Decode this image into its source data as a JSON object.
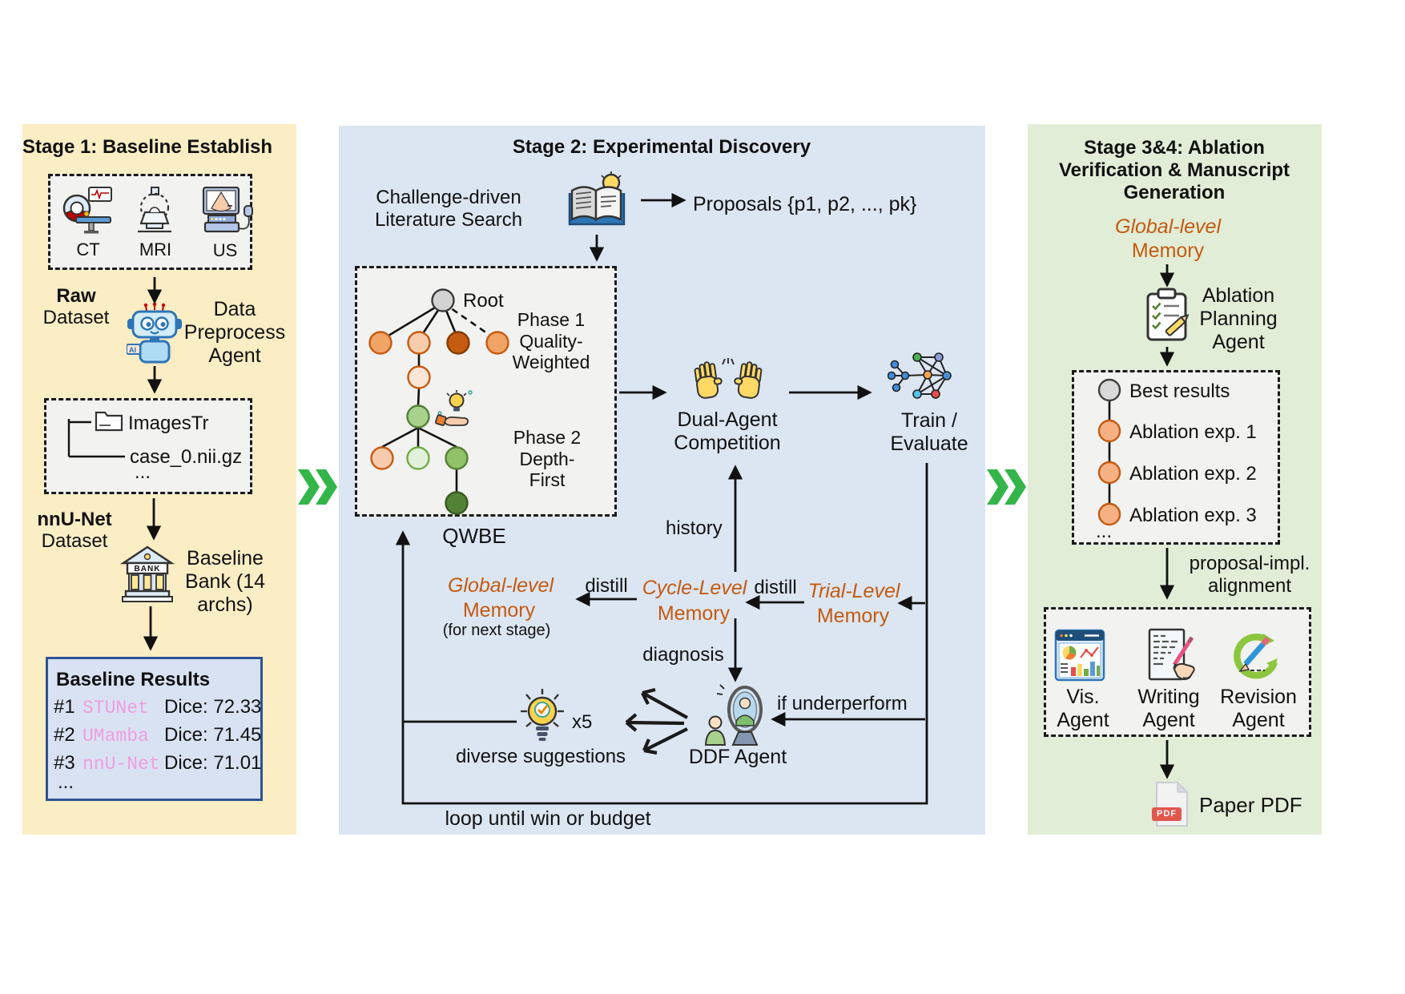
{
  "colors": {
    "stage1_bg": "#FBEDC4",
    "stage2_bg": "#DCE6F2",
    "stage3_bg": "#E1EDD6",
    "orange_text": "#C55A11",
    "model_pink": "#EE9FE0",
    "chevron_green": "#33B54A",
    "results_border": "#2E5394",
    "results_bg": "#D9E2F3",
    "node_orange": "#F2A366",
    "node_peach": "#F8CBAD",
    "node_dark_orange": "#C55A11",
    "node_light_peach": "#FBE5D6",
    "node_light_green": "#A9D18E",
    "node_pale_green": "#E2EFDA",
    "node_green": "#90C269",
    "node_dark_green": "#538135",
    "node_gray": "#D3D3D3"
  },
  "stage1": {
    "title": "Stage 1: Baseline Establish",
    "modalities": [
      "CT",
      "MRI",
      "US"
    ],
    "raw_line1": "Raw",
    "raw_line2": "Dataset",
    "preprocess_agent": "Data Preprocess Agent",
    "robot_badge": "AI",
    "folder_name": "ImagesTr",
    "file_name": "case_0.nii.gz",
    "files_ellipsis": "...",
    "nnunet_line1": "nnU-Net",
    "nnunet_line2": "Dataset",
    "bank_label": "Baseline Bank (14 archs)",
    "bank_badge": "BANK",
    "results": {
      "title": "Baseline Results",
      "rows": [
        {
          "rank": "#1",
          "model": "STUNet",
          "metric": "Dice: 72.33"
        },
        {
          "rank": "#2",
          "model": "UMamba",
          "metric": "Dice: 71.45"
        },
        {
          "rank": "#3",
          "model": "nnU-Net",
          "metric": "Dice: 71.01"
        }
      ],
      "ellipsis": "..."
    }
  },
  "stage2": {
    "title": "Stage 2: Experimental Discovery",
    "literature_search": "Challenge-driven Literature Search",
    "proposals": "Proposals {p1, p2, ..., pk}",
    "root": "Root",
    "phase1": "Phase 1 Quality-Weighted",
    "phase2": "Phase 2 Depth-First",
    "qwbe": "QWBE",
    "dual_agent": "Dual-Agent Competition",
    "train_evaluate": "Train / Evaluate",
    "history": "history",
    "global_memory": {
      "l1": "Global-level",
      "l2": "Memory",
      "note": "(for next stage)"
    },
    "cycle_memory": {
      "l1": "Cycle-Level",
      "l2": "Memory"
    },
    "trial_memory": {
      "l1": "Trial-Level",
      "l2": "Memory"
    },
    "distill_left": "distill",
    "distill_right": "distill",
    "diagnosis": "diagnosis",
    "x5": "x5",
    "diverse": "diverse suggestions",
    "ddf_agent": "DDF Agent",
    "if_underperform": "if underperform",
    "loop": "loop until win or budget"
  },
  "stage3": {
    "title": "Stage 3&4: Ablation Verification & Manuscript Generation",
    "global_memory": {
      "l1": "Global-level",
      "l2": "Memory"
    },
    "planning_agent": "Ablation Planning Agent",
    "chain": {
      "best": "Best results",
      "exps": [
        "Ablation exp. 1",
        "Ablation exp. 2",
        "Ablation exp. 3"
      ],
      "ellipsis": "..."
    },
    "alignment": "proposal-impl. alignment",
    "agents": [
      "Vis. Agent",
      "Writing Agent",
      "Revision Agent"
    ],
    "paper_pdf": "Paper PDF",
    "pdf_badge": "PDF"
  }
}
